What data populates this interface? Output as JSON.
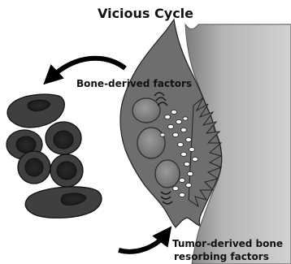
{
  "diagram": {
    "title": "Vicious Cycle",
    "labels": {
      "bone_derived": "Bone-derived factors",
      "tumor_derived_line1": "Tumor-derived bone",
      "tumor_derived_line2": "resorbing factors"
    },
    "colors": {
      "osteoclast_fill": "#6e6e6e",
      "tumor_cell_fill": "#3f3f3f",
      "tumor_cell_nucleus": "#232323",
      "bone_light": "#c4c4c4",
      "bone_dark": "#7d7d7d",
      "arrow": "#000000"
    }
  }
}
